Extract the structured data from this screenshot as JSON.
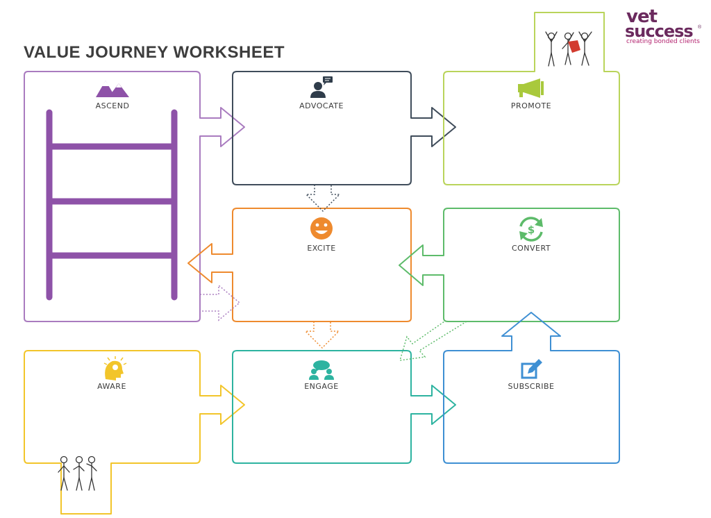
{
  "title": "VALUE JOURNEY WORKSHEET",
  "logo": {
    "word1": "vet",
    "word2": "success",
    "registered": "®",
    "tagline": "creating bonded clients",
    "colors": {
      "primary": "#6b2a5e",
      "accent": "#b3236f"
    }
  },
  "stages": [
    {
      "id": "aware",
      "label": "AWARE",
      "icon": "head-lightbulb-icon",
      "color": "#f2c52a"
    },
    {
      "id": "engage",
      "label": "ENGAGE",
      "icon": "people-chat-icon",
      "color": "#2db3a0"
    },
    {
      "id": "subscribe",
      "label": "SUBSCRIBE",
      "icon": "edit-pencil-icon",
      "color": "#3e8fd3"
    },
    {
      "id": "convert",
      "label": "CONVERT",
      "icon": "dollar-cycle-icon",
      "color": "#5dbb6a"
    },
    {
      "id": "excite",
      "label": "EXCITE",
      "icon": "smiley-face-icon",
      "color": "#ee8a2e"
    },
    {
      "id": "ascend",
      "label": "ASCEND",
      "icon": "mountains-icon",
      "color": "#8e52a8"
    },
    {
      "id": "advocate",
      "label": "ADVOCATE",
      "icon": "person-speech-icon",
      "color": "#3f4c5a"
    },
    {
      "id": "promote",
      "label": "PROMOTE",
      "icon": "megaphone-icon",
      "color": "#a9c93c"
    }
  ]
}
